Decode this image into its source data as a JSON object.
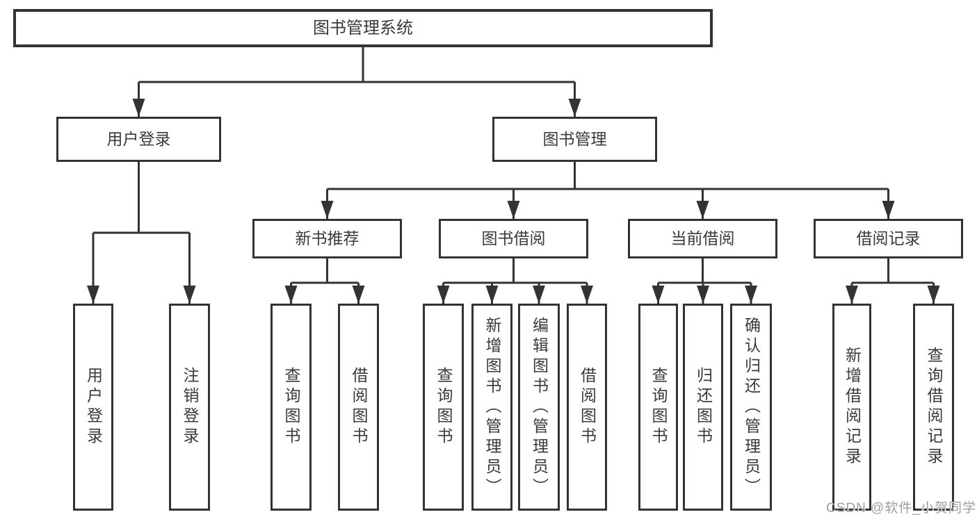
{
  "diagram_type": "hierarchy-tree",
  "nodes": {
    "root": {
      "label": "图书管理系统"
    },
    "level2": [
      {
        "id": "user-login",
        "label": "用户登录",
        "parent": "图书管理系统"
      },
      {
        "id": "book-management",
        "label": "图书管理",
        "parent": "图书管理系统"
      }
    ],
    "level3": [
      {
        "id": "new-book-recommendation",
        "label": "新书推荐",
        "parent": "图书管理"
      },
      {
        "id": "book-borrowing",
        "label": "图书借阅",
        "parent": "图书管理"
      },
      {
        "id": "current-borrowing",
        "label": "当前借阅",
        "parent": "图书管理"
      },
      {
        "id": "borrowing-records",
        "label": "借阅记录",
        "parent": "图书管理"
      }
    ],
    "leaves": [
      {
        "label": "用户登录",
        "parent": "用户登录"
      },
      {
        "label": "注销登录",
        "parent": "用户登录"
      },
      {
        "label": "查询图书",
        "parent": "新书推荐"
      },
      {
        "label": "借阅图书",
        "parent": "新书推荐"
      },
      {
        "label": "查询图书",
        "parent": "图书借阅"
      },
      {
        "label": "新增图书（管理员）",
        "parent": "图书借阅"
      },
      {
        "label": "编辑图书（管理员）",
        "parent": "图书借阅"
      },
      {
        "label": "借阅图书",
        "parent": "图书借阅"
      },
      {
        "label": "查询图书",
        "parent": "当前借阅"
      },
      {
        "label": "归还图书",
        "parent": "当前借阅"
      },
      {
        "label": "确认归还（管理员）",
        "parent": "当前借阅"
      },
      {
        "label": "新增借阅记录",
        "parent": "借阅记录"
      },
      {
        "label": "查询借阅记录",
        "parent": "借阅记录"
      }
    ]
  },
  "watermark": {
    "text": "CSDN @软件_小贺同学"
  },
  "colors": {
    "line": "#333333",
    "box_border": "#333333",
    "box_fill": "#ffffff",
    "text": "#3a3a3a",
    "watermark": "#9e9e9e",
    "background": "#ffffff"
  }
}
